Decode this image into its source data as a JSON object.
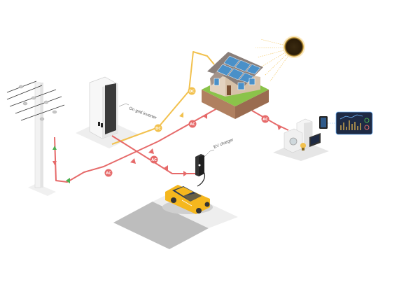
{
  "labels": {
    "inverter": "On grid inverter",
    "charger": "EV charger"
  },
  "tags": {
    "dc": "DC",
    "ac": "AC"
  },
  "colors": {
    "ac_line": "#e66a6a",
    "dc_line": "#f2c14e",
    "grid_arrow": "#4caf50",
    "sun": "#3a2a10",
    "car": "#f5b71e",
    "screen": "#1e2a44"
  }
}
